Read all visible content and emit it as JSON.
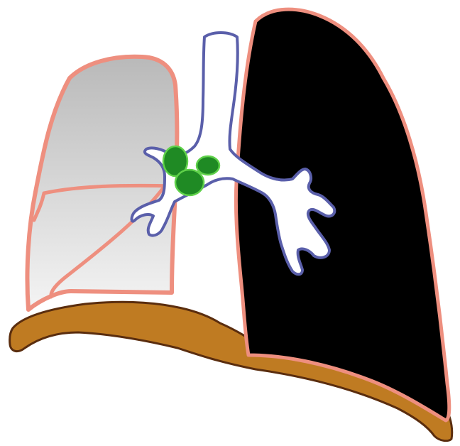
{
  "diagram": {
    "parts": [
      "right-lung-upper-lobe",
      "right-lung-middle-lobe",
      "right-lung-lower-lobe",
      "left-lung",
      "trachea",
      "right-main-bronchus",
      "left-main-bronchus",
      "hilar-lymph-nodes",
      "diaphragm"
    ]
  },
  "colors": {
    "background": "#ffffff",
    "lung_outline": "#ee8f7f",
    "right_lung_gradient_top": "#b9b9b9",
    "right_lung_gradient_bottom": "#f4f4f4",
    "left_lung_fill": "#000000",
    "airway_outline": "#5a5faa",
    "airway_fill": "#ffffff",
    "lymph_node_fill": "#1f8a24",
    "lymph_node_outline": "#5fd14a",
    "diaphragm_fill": "#bf7b22",
    "diaphragm_outline": "#5a2d0e"
  }
}
